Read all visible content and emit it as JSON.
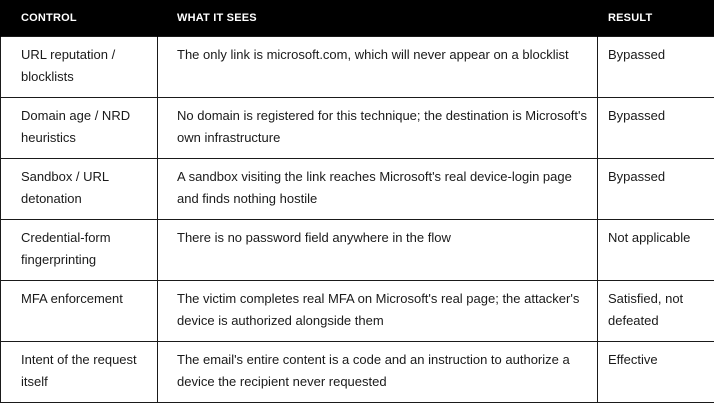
{
  "headers": {
    "control": "CONTROL",
    "what_it_sees": "WHAT IT SEES",
    "result": "RESULT"
  },
  "rows": [
    {
      "control": "URL reputation / blocklists",
      "what_it_sees": "The only link is microsoft.com, which will never appear on a blocklist",
      "result": "Bypassed"
    },
    {
      "control": "Domain age / NRD heuristics",
      "what_it_sees": "No domain is registered for this technique; the destination is Microsoft's own infrastructure",
      "result": "Bypassed"
    },
    {
      "control": "Sandbox / URL detonation",
      "what_it_sees": "A sandbox visiting the link reaches Microsoft's real device-login page and finds nothing hostile",
      "result": "Bypassed"
    },
    {
      "control": "Credential-form fingerprinting",
      "what_it_sees": "There is no password field anywhere in the flow",
      "result": "Not applicable"
    },
    {
      "control": "MFA enforcement",
      "what_it_sees": "The victim completes real MFA on Microsoft's real page; the attacker's device is authorized alongside them",
      "result": "Satisfied, not defeated"
    },
    {
      "control": "Intent of the request itself",
      "what_it_sees": "The email's entire content is a code and an instruction to authorize a device the recipient never requested",
      "result": "Effective"
    }
  ]
}
